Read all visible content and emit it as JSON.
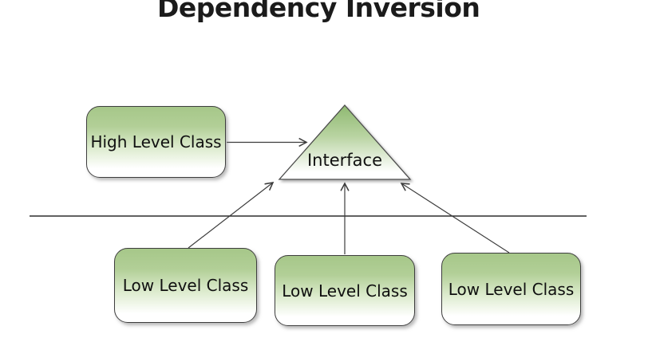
{
  "title": "Dependency Inversion",
  "nodes": {
    "high_level": {
      "label": "High Level Class"
    },
    "interface": {
      "label": "Interface"
    },
    "low_level_1": {
      "label": "Low Level Class"
    },
    "low_level_2": {
      "label": "Low Level Class"
    },
    "low_level_3": {
      "label": "Low Level Class"
    }
  },
  "relationships": [
    {
      "from": "high_level",
      "to": "interface",
      "type": "dependency-arrow"
    },
    {
      "from": "low_level_1",
      "to": "interface",
      "type": "implements-arrow"
    },
    {
      "from": "low_level_2",
      "to": "interface",
      "type": "implements-arrow"
    },
    {
      "from": "low_level_3",
      "to": "interface",
      "type": "implements-arrow"
    }
  ],
  "colors": {
    "node_green_top": "#a6c789",
    "node_fade_bottom": "#ffffff",
    "triangle_green_top": "#8fb971",
    "node_border": "#3e3e3e",
    "line": "#3c3c3c",
    "title_text": "#1b1b1b",
    "background": "#ffffff"
  }
}
